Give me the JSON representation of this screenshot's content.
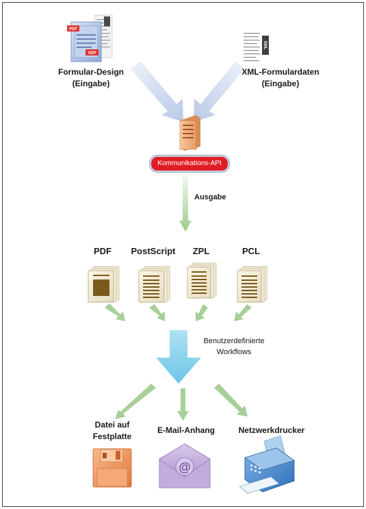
{
  "inputs": {
    "form_design": {
      "line1": "Formular-Design",
      "line2": "(Eingabe)"
    },
    "xml_data": {
      "line1": "XML-Formulardaten",
      "line2": "(Eingabe)"
    }
  },
  "icons": {
    "form_design": {
      "pdf_tag": "PDF",
      "xdp_tag": "XDP"
    },
    "xml_data": {
      "tag": "XML"
    }
  },
  "api": {
    "label": "Kommunikations-API"
  },
  "output_step": {
    "label": "Ausgabe"
  },
  "formats": [
    {
      "label": "PDF"
    },
    {
      "label": "PostScript"
    },
    {
      "label": "ZPL"
    },
    {
      "label": "PCL"
    }
  ],
  "workflows": {
    "line1": "Benutzerdefinierte",
    "line2": "Workflows"
  },
  "destinations": [
    {
      "line1": "Datei auf",
      "line2": "Festplatte"
    },
    {
      "line1": "E-Mail-Anhang",
      "line2": ""
    },
    {
      "line1": "Netzwerkdrucker",
      "line2": ""
    }
  ],
  "colors": {
    "api_red": "#e01e25",
    "input_arrow_blue": "#c9d6ee",
    "output_arrow_green": "#a8cf98",
    "workflow_arrow_cyan": "#8dd3ec",
    "document_brown": "#7a5a1c"
  }
}
